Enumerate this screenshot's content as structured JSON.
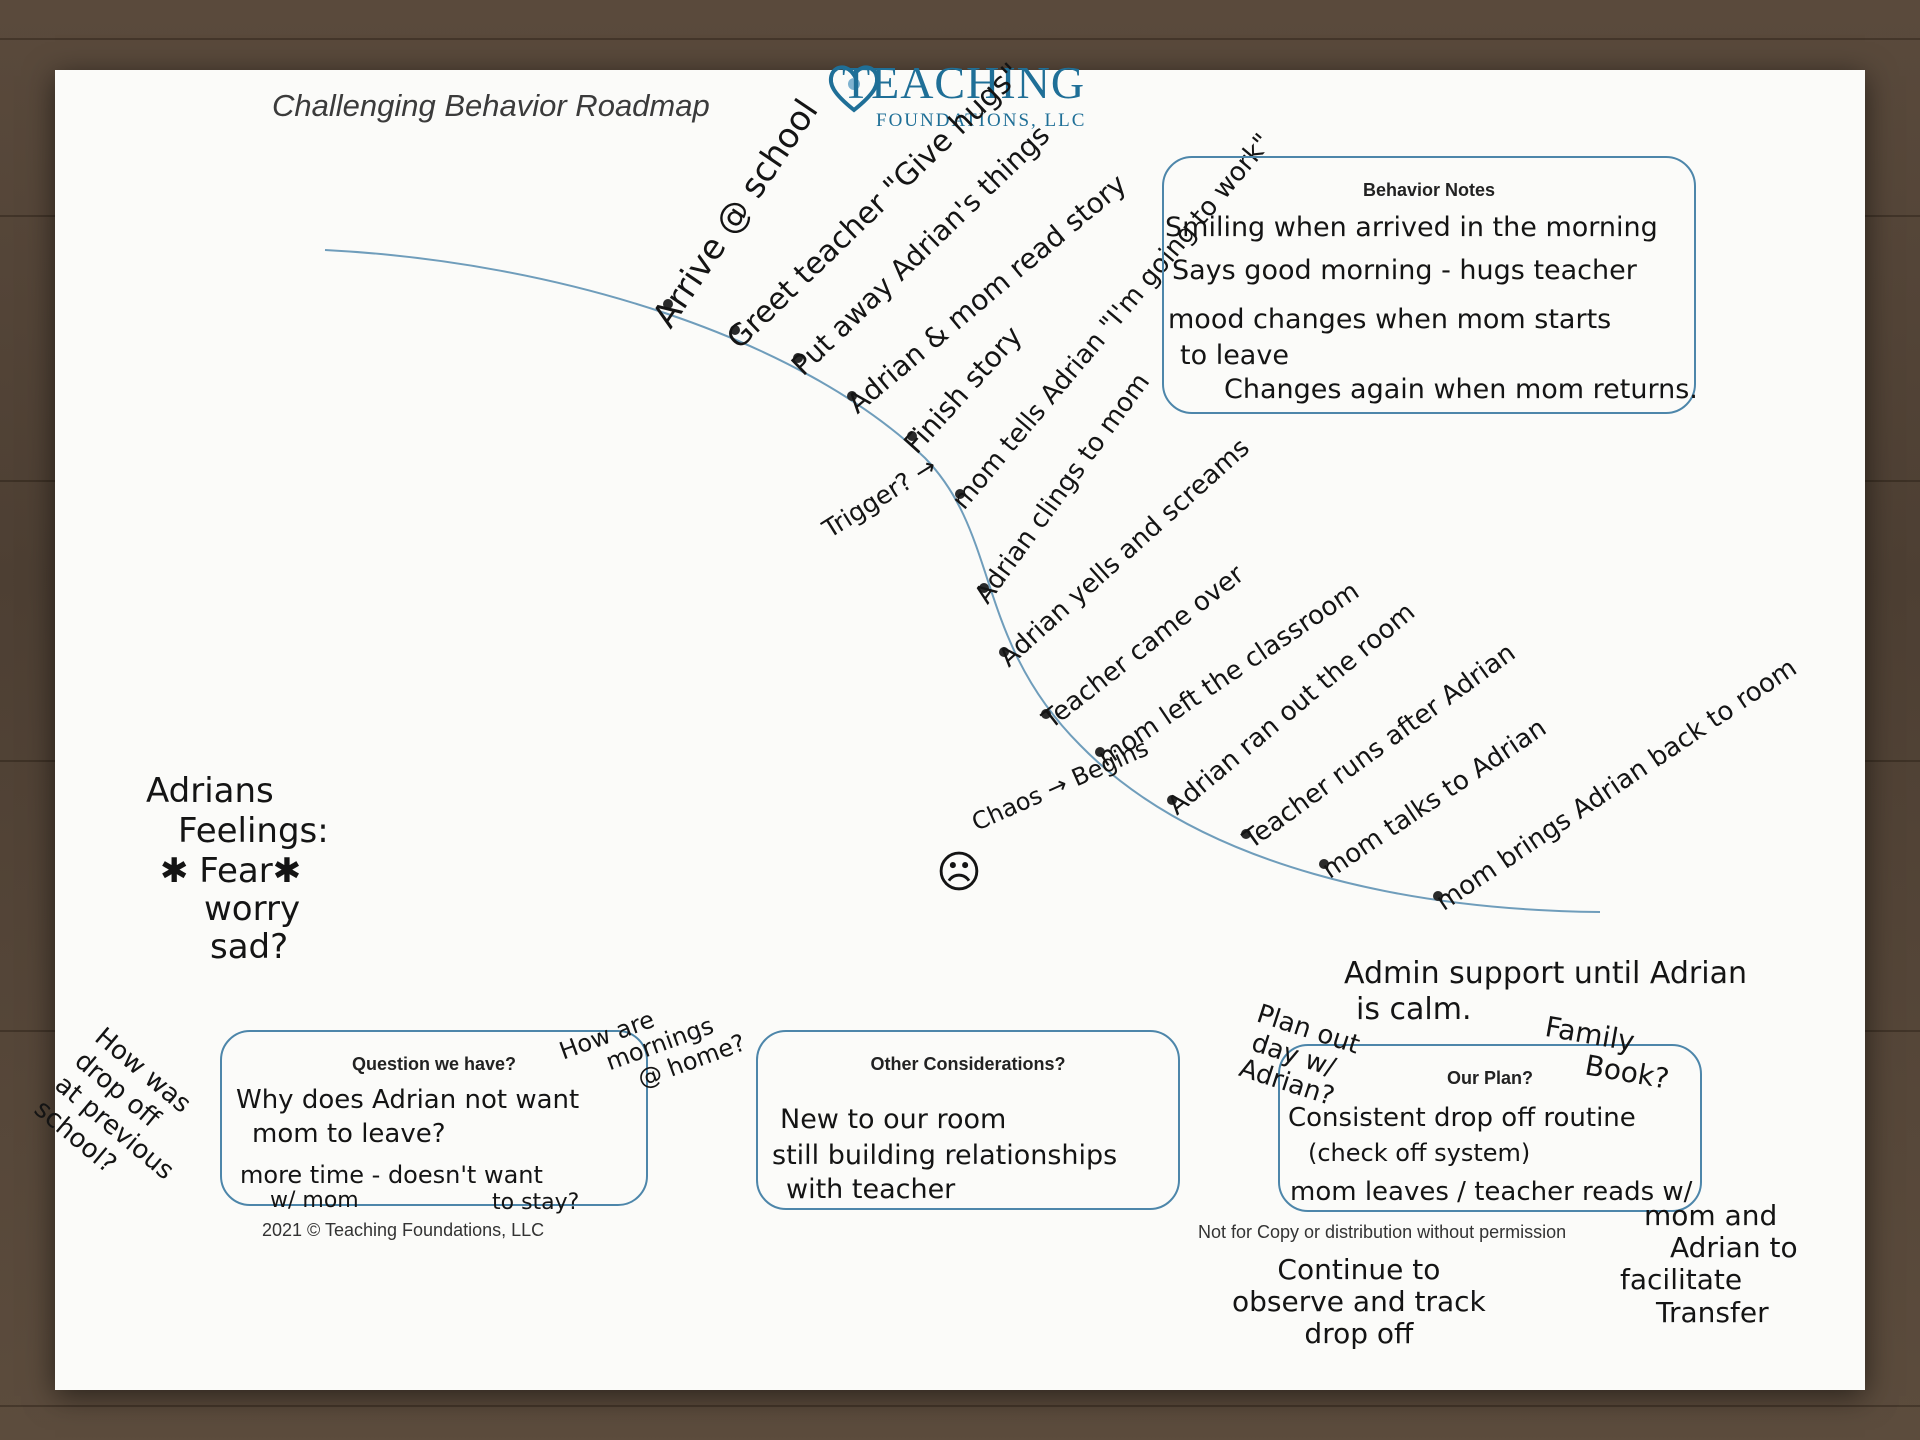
{
  "title": "Challenging Behavior Roadmap",
  "logo": {
    "main": "TEACHING",
    "sub": "FOUNDATIONS, LLC"
  },
  "roadmap": {
    "events": [
      "Arrive @ school",
      "Greet teacher \"Give hugs\"",
      "Put away Adrian's things",
      "Adrian & mom read story",
      "Finish story",
      "mom tells Adrian \"I'm going to work\"",
      "Adrian clings to mom",
      "Adrian yells and screams",
      "Teacher came over",
      "mom left the classroom",
      "Adrian ran out the room",
      "Teacher runs after Adrian",
      "mom talks to Adrian",
      "mom brings Adrian back to room"
    ],
    "trigger_label": "Trigger? →",
    "chaos_label": "Chaos → Begins",
    "sad_face": "☹"
  },
  "behavior_notes": {
    "title": "Behavior Notes",
    "lines": [
      "Smiling when arrived in the morning",
      "Says good morning - hugs teacher",
      "mood changes when mom starts",
      "to leave",
      "Changes again when mom returns."
    ]
  },
  "feelings": {
    "lines": [
      "Adrians",
      "Feelings:",
      "✱ Fear✱",
      "worry",
      "sad?"
    ]
  },
  "questions": {
    "title": "Question we have?",
    "lines": [
      "Why does Adrian not want",
      "mom to leave?",
      "more time - doesn't want",
      "w/ mom",
      "to stay?"
    ],
    "side_note_left": [
      "How was",
      "drop off",
      "at previous",
      "school?"
    ],
    "side_note_top": [
      "How are",
      "mornings",
      "@ home?"
    ]
  },
  "considerations": {
    "title": "Other Considerations?",
    "lines": [
      "New to our room",
      "still building relationships",
      "with teacher"
    ]
  },
  "plan": {
    "title": "Our Plan?",
    "lines": [
      "Consistent drop off routine",
      "(check off system)",
      "mom leaves / teacher reads w/"
    ],
    "above_notes": [
      "Admin support until Adrian",
      "is calm."
    ],
    "plan_out_day": [
      "Plan out",
      "day w/",
      "Adrian?"
    ],
    "family_book": [
      "Family",
      "Book?"
    ],
    "below_left": [
      "Continue to",
      "observe and track",
      "drop off"
    ],
    "below_right": [
      "mom and",
      "Adrian to",
      "facilitate",
      "Transfer"
    ]
  },
  "footer": {
    "copyright": "2021 © Teaching Foundations, LLC",
    "notice": "Not for Copy or distribution without permission"
  }
}
